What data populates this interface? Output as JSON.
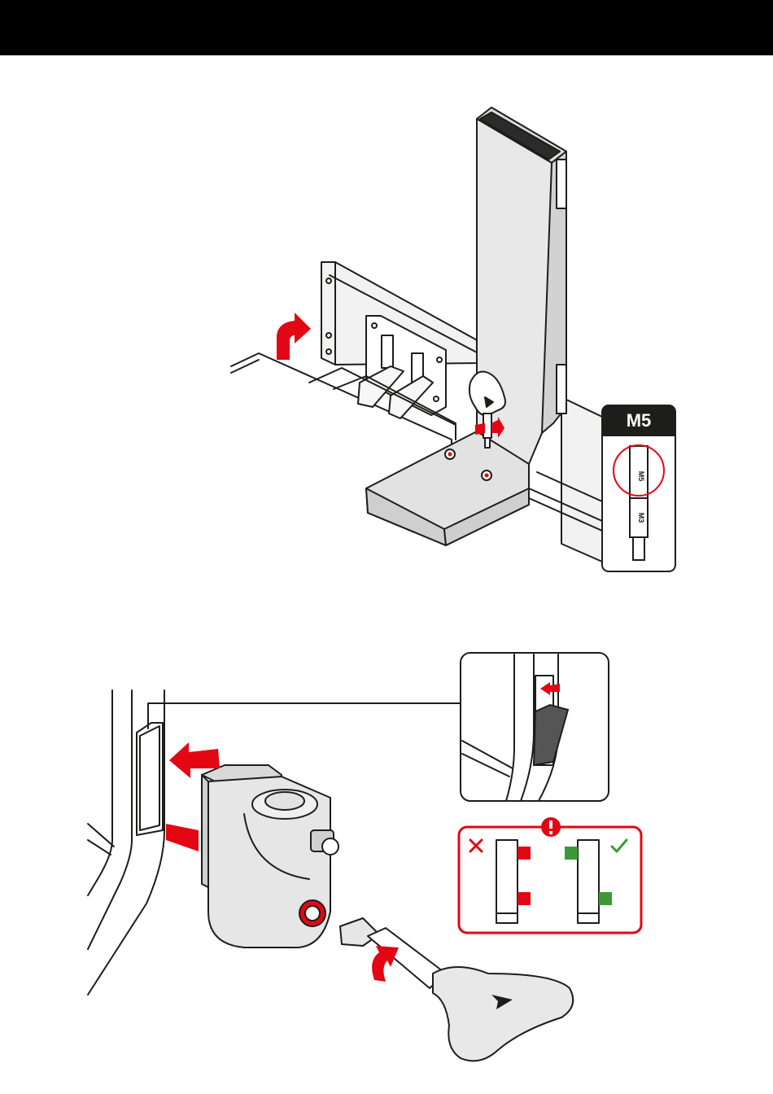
{
  "page": {
    "header_bar_color": "#000000",
    "accent_red": "#e30613",
    "accent_green": "#3a9a35"
  },
  "step1": {
    "bit_size_label": "M5",
    "bit_markings": [
      "M5",
      "M3"
    ],
    "icons": [
      "rotate-arrow-icon",
      "twist-arrows-icon",
      "hex-key-icon"
    ]
  },
  "step2": {
    "icons": [
      "push-arrow-icon",
      "rotate-arrow-icon",
      "wrong-x-icon",
      "correct-check-icon",
      "warning-exclamation-icon"
    ],
    "orientation_check": {
      "wrong": "red",
      "correct": "green"
    }
  }
}
